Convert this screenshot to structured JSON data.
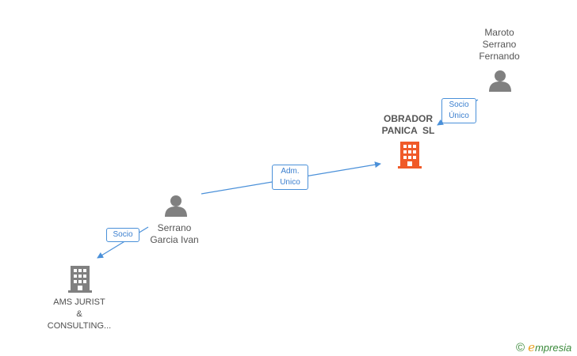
{
  "nodes": {
    "maroto": {
      "lines": [
        "Maroto",
        "Serrano",
        "Fernando"
      ],
      "icon": "person-icon"
    },
    "obrador": {
      "lines": [
        "OBRADOR",
        "PANICA  SL"
      ],
      "icon": "building-icon"
    },
    "serrano": {
      "lines": [
        "Serrano",
        "Garcia Ivan"
      ],
      "icon": "person-icon"
    },
    "ams": {
      "lines": [
        "AMS JURIST",
        "&",
        "CONSULTING..."
      ],
      "icon": "building-icon"
    }
  },
  "edges": {
    "socio_unico": {
      "lines": [
        "Socio",
        "Único"
      ]
    },
    "adm_unico": {
      "lines": [
        "Adm.",
        "Unico"
      ]
    },
    "socio": {
      "lines": [
        "Socio"
      ]
    }
  },
  "colors": {
    "edge": "#4a90d9",
    "person": "#808080",
    "company": "#808080",
    "focus_company": "#f05a28"
  },
  "brand": {
    "copyright": "©",
    "initial": "e",
    "rest": "mpresia"
  }
}
